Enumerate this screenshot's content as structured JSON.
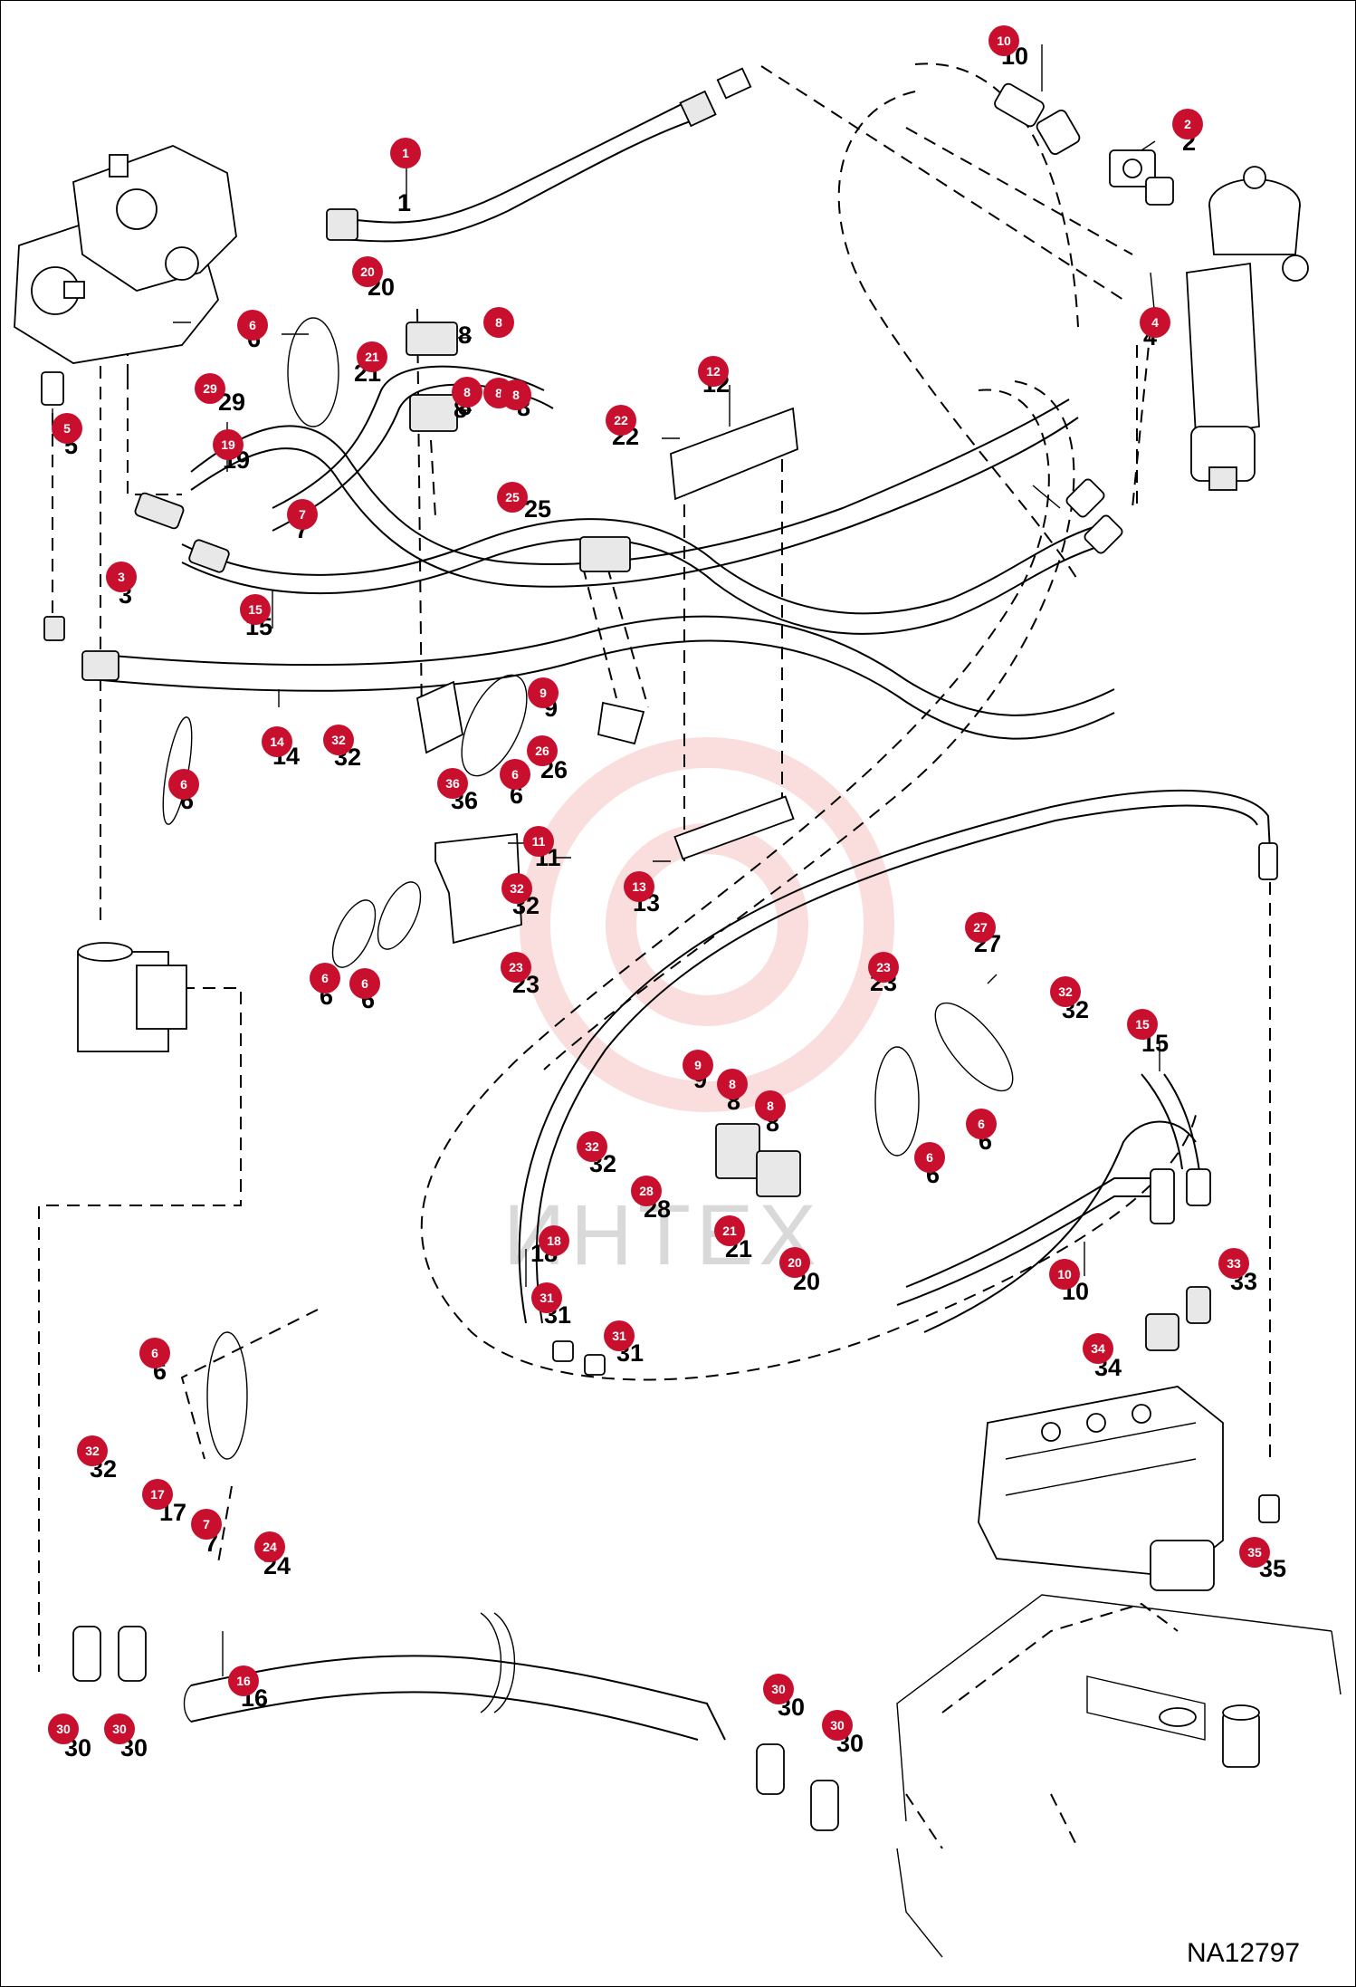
{
  "drawing_code": "NA12797",
  "watermark": "ИНТЕХ",
  "callouts": [
    {
      "n": "1"
    },
    {
      "n": "2"
    },
    {
      "n": "3"
    },
    {
      "n": "4"
    },
    {
      "n": "5"
    },
    {
      "n": "6"
    },
    {
      "n": "7"
    },
    {
      "n": "8"
    },
    {
      "n": "9"
    },
    {
      "n": "10"
    },
    {
      "n": "11"
    },
    {
      "n": "12"
    },
    {
      "n": "13"
    },
    {
      "n": "14"
    },
    {
      "n": "15"
    },
    {
      "n": "16"
    },
    {
      "n": "17"
    },
    {
      "n": "18"
    },
    {
      "n": "19"
    },
    {
      "n": "20"
    },
    {
      "n": "21"
    },
    {
      "n": "22"
    },
    {
      "n": "23"
    },
    {
      "n": "24"
    },
    {
      "n": "25"
    },
    {
      "n": "26"
    },
    {
      "n": "27"
    },
    {
      "n": "28"
    },
    {
      "n": "29"
    },
    {
      "n": "30"
    },
    {
      "n": "31"
    },
    {
      "n": "32"
    },
    {
      "n": "33"
    },
    {
      "n": "34"
    },
    {
      "n": "35"
    },
    {
      "n": "36"
    }
  ],
  "colors": {
    "badge": "#c8102e",
    "line": "#000000",
    "watermark": "#f2b8b8"
  }
}
